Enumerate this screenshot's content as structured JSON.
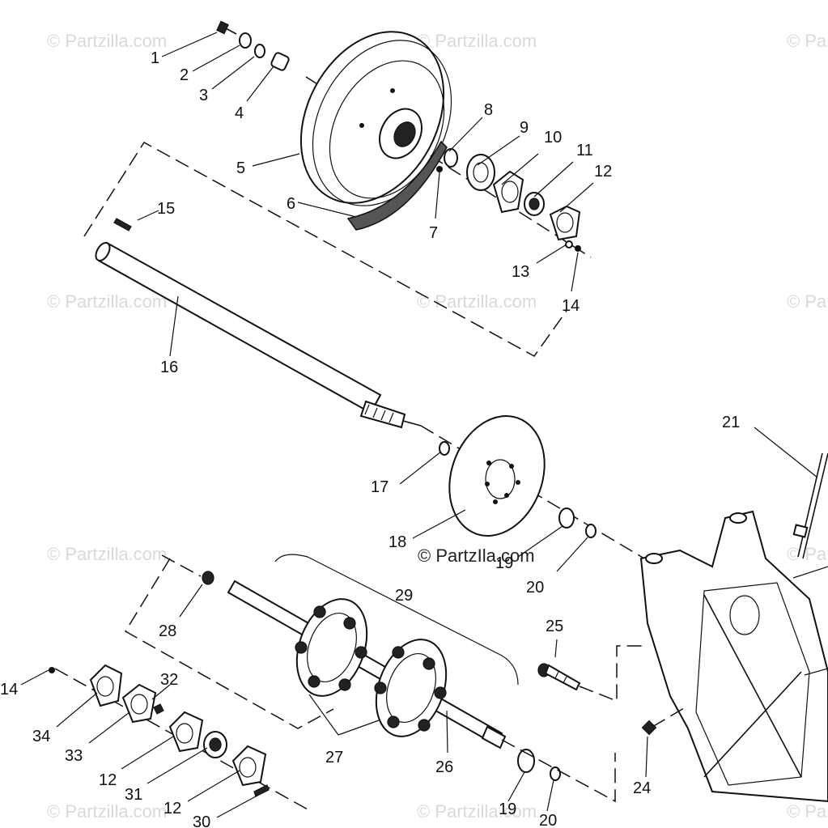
{
  "watermark": {
    "text": "© Partzilla.com",
    "center_text": "© PartzIla.com"
  },
  "callouts": {
    "p1": "1",
    "p2": "2",
    "p3": "3",
    "p4": "4",
    "p5": "5",
    "p6": "6",
    "p7": "7",
    "p8": "8",
    "p9": "9",
    "p10": "10",
    "p11": "11",
    "p12a": "12",
    "p13": "13",
    "p14a": "14",
    "p15": "15",
    "p16": "16",
    "p17": "17",
    "p18": "18",
    "p19a": "19",
    "p20a": "20",
    "p21": "21",
    "p25": "25",
    "p29": "29",
    "p28": "28",
    "p14b": "14",
    "p32": "32",
    "p34": "34",
    "p33": "33",
    "p12b": "12",
    "p31": "31",
    "p12c": "12",
    "p30": "30",
    "p27": "27",
    "p26": "26",
    "p19b": "19",
    "p20b": "20",
    "p24": "24"
  },
  "colors": {
    "line": "#111111",
    "watermark": "#d9d9d9",
    "background": "#ffffff"
  }
}
